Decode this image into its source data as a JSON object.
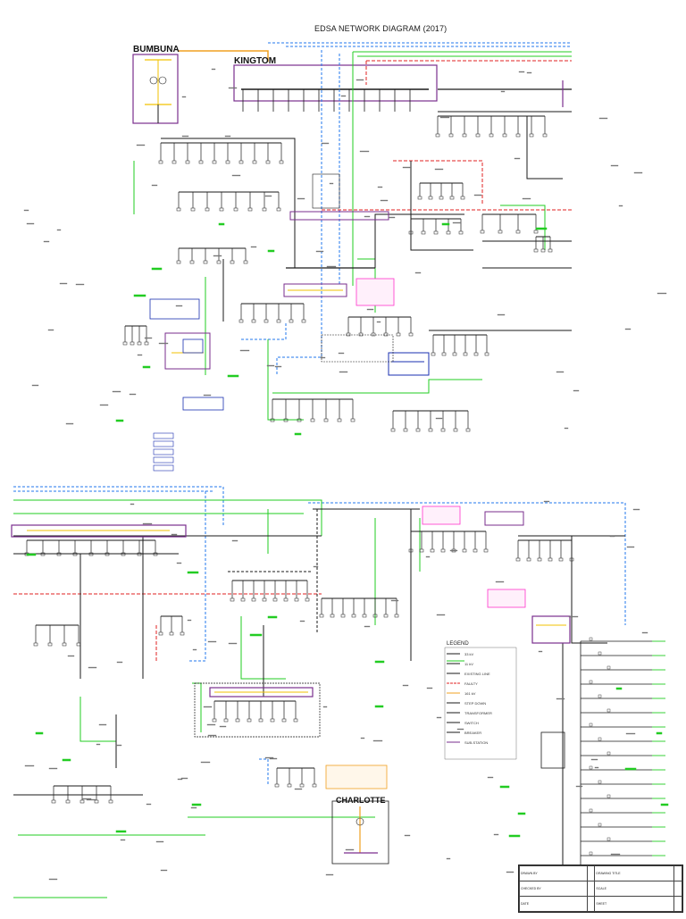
{
  "diagram": {
    "title": "EDSA NETWORK DIAGRAM (2017)",
    "stations": {
      "bumbuna": "BUMBUNA",
      "kingtom": "KINGTOM",
      "charlotte": "CHARLOTTE"
    },
    "colors": {
      "black_feeder": "#1a1a1a",
      "green_feeder": "#22cc22",
      "blue_dashed": "#2277ee",
      "red_dashed": "#e02020",
      "purple_box": "#7a2e8e",
      "orange_feeder": "#f0a020",
      "magenta_note": "#ff33cc",
      "yellow_bus": "#f2c200",
      "dark_blue": "#1a2fb0"
    }
  },
  "legend": {
    "title": "LEGEND",
    "items": [
      "33 kV",
      "11 kV",
      "EXISTING LINE",
      "FAULTY",
      "161 kV",
      "STEP DOWN",
      "TRANSFORMER",
      "SWITCH",
      "BREAKER",
      "SUB-STATION"
    ]
  },
  "info_table": {
    "rows": [
      [
        "DRAWN BY",
        "",
        "DRAWING TITLE",
        ""
      ],
      [
        "CHECKED BY",
        "",
        "SCALE",
        ""
      ],
      [
        "DATE",
        "",
        "SHEET",
        ""
      ]
    ]
  }
}
